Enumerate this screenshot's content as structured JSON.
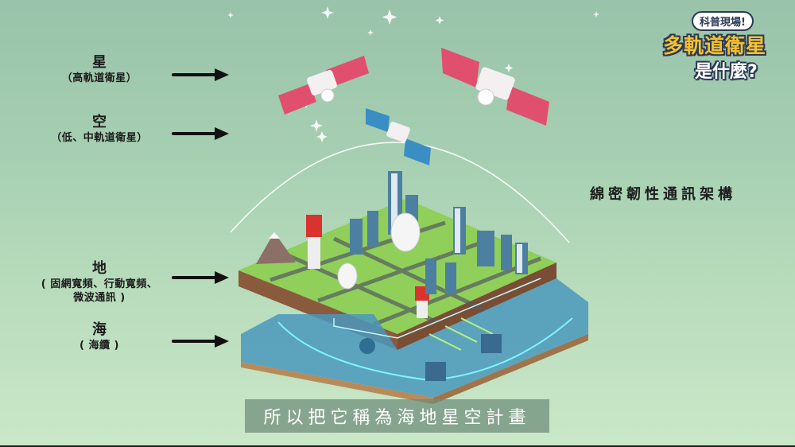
{
  "logo": {
    "bubble": "科普現場!",
    "title": "多軌道衛星",
    "subtitle": "是什麼?"
  },
  "layers": [
    {
      "main": "星",
      "sub": [
        "（高軌道衛星）"
      ]
    },
    {
      "main": "空",
      "sub": [
        "（低、中軌道衛星）"
      ]
    },
    {
      "main": "地",
      "sub": [
        "( 固網寬頻、行動寬頻、",
        "微波通訊 )"
      ]
    },
    {
      "main": "海",
      "sub": [
        "( 海纜 )"
      ]
    }
  ],
  "right_caption": "綿密韌性通訊架構",
  "subtitle": "所以把它稱為海地星空計畫",
  "colors": {
    "bg_top": "#99c3aa",
    "bg_bottom": "#cae8c8",
    "solar_panel_high": "#e0506e",
    "solar_panel_low": "#3a8ec4",
    "logo_yellow": "#f5c12d",
    "logo_navy": "#2c3a55",
    "text_dark": "#1c1c1c",
    "subtitle_box": "#6e8c78"
  },
  "icons": {
    "arrow": "arrow-right-icon",
    "satellite": "satellite-icon",
    "sparkle": "sparkle-icon"
  }
}
